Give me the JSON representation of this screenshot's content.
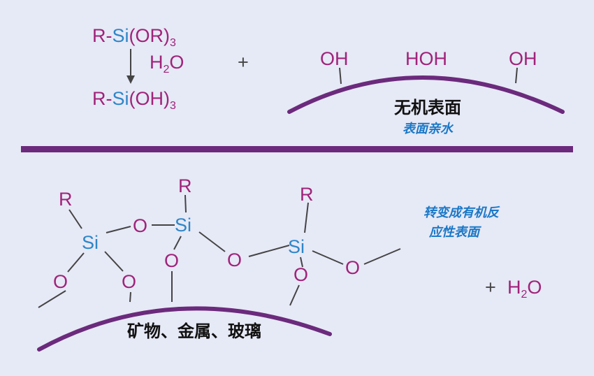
{
  "colors": {
    "background": "#e6e9f6",
    "purple": "#6b2a7c",
    "magenta": "#a0237a",
    "blue": "#2e86c8",
    "label_blue": "#1b78c6",
    "line": "#3a3a3a"
  },
  "reaction": {
    "reactant_prefix": "R-",
    "si": "Si",
    "reactant_group": "(OR)",
    "sub3": "3",
    "water_h": "H",
    "water_sub": "2",
    "water_o": "O",
    "product_group": "(OH)",
    "plus": "+"
  },
  "surface_top": {
    "oh_left": "OH",
    "hoh_middle": "HOH",
    "oh_right": "OH",
    "title": "无机表面",
    "subtitle": "表面亲水"
  },
  "structure": {
    "r": "R",
    "si": "Si",
    "o": "O"
  },
  "surface_bottom": {
    "title": "矿物、金属、玻璃",
    "note_line1": "转变成有机反",
    "note_line2": "应性表面"
  },
  "byproduct": {
    "plus": "+",
    "h": "H",
    "sub": "2",
    "o": "O"
  }
}
